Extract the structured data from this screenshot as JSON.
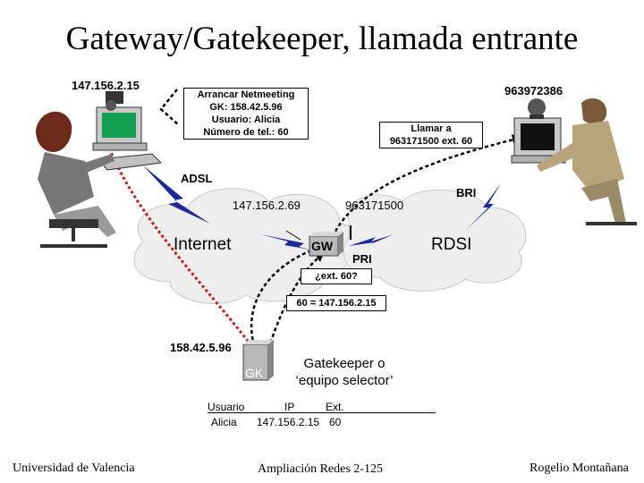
{
  "title": "Gateway/Gatekeeper, llamada entrante",
  "left_ip": "147.156.2.15",
  "right_number": "963972386",
  "msg_left": [
    "Arrancar Netmeeting",
    "GK: 158.42.5.96",
    "Usuario: Alicia",
    "Número de tel.: 60"
  ],
  "msg_right": [
    "Llamar a",
    "963171500 ext. 60"
  ],
  "adsl": "ADSL",
  "bri": "BRI",
  "gw_ip": "147.156.2.69",
  "gw_number": "963171500",
  "internet": "Internet",
  "gw_label": "GW",
  "rdsi": "RDSI",
  "pri": "PRI",
  "query": "¿ext. 60?",
  "answer": "60 = 147.156.2.15",
  "gk_ip": "158.42.5.96",
  "gk_label": "GK",
  "gk_desc": [
    "Gatekeeper o",
    "‘equipo selector’"
  ],
  "table": {
    "headers": [
      "Usuario",
      "IP",
      "Ext."
    ],
    "rows": [
      [
        "Alicia",
        "147.156.2.15",
        "60"
      ]
    ]
  },
  "footer": {
    "left": "Universidad de Valencia",
    "center": "Ampliación Redes 2-125",
    "right": "Rogelio Montañana"
  }
}
